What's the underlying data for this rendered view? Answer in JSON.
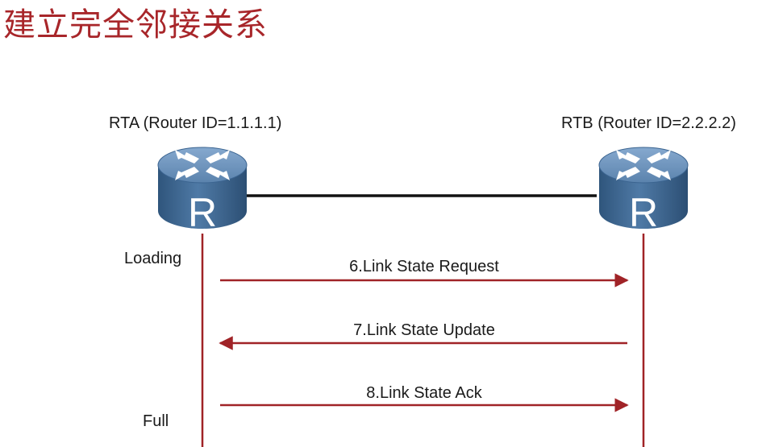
{
  "title": "建立完全邻接关系",
  "routers": [
    {
      "name": "RTA  (Router ID=1.1.1.1)",
      "glyph": "R"
    },
    {
      "name": "RTB  (Router ID=2.2.2.2)",
      "glyph": "R"
    }
  ],
  "states": {
    "loading": "Loading",
    "full": "Full"
  },
  "messages": [
    {
      "label": "6.Link State Request",
      "direction": "RTA→RTB"
    },
    {
      "label": "7.Link State Update",
      "direction": "RTB→RTA"
    },
    {
      "label": "8.Link State Ack",
      "direction": "RTA→RTB"
    }
  ],
  "colors": {
    "title": "#a8262a",
    "timeline": "#a02327",
    "router_body": "#3d6a95",
    "router_top": "#6f96bf"
  }
}
